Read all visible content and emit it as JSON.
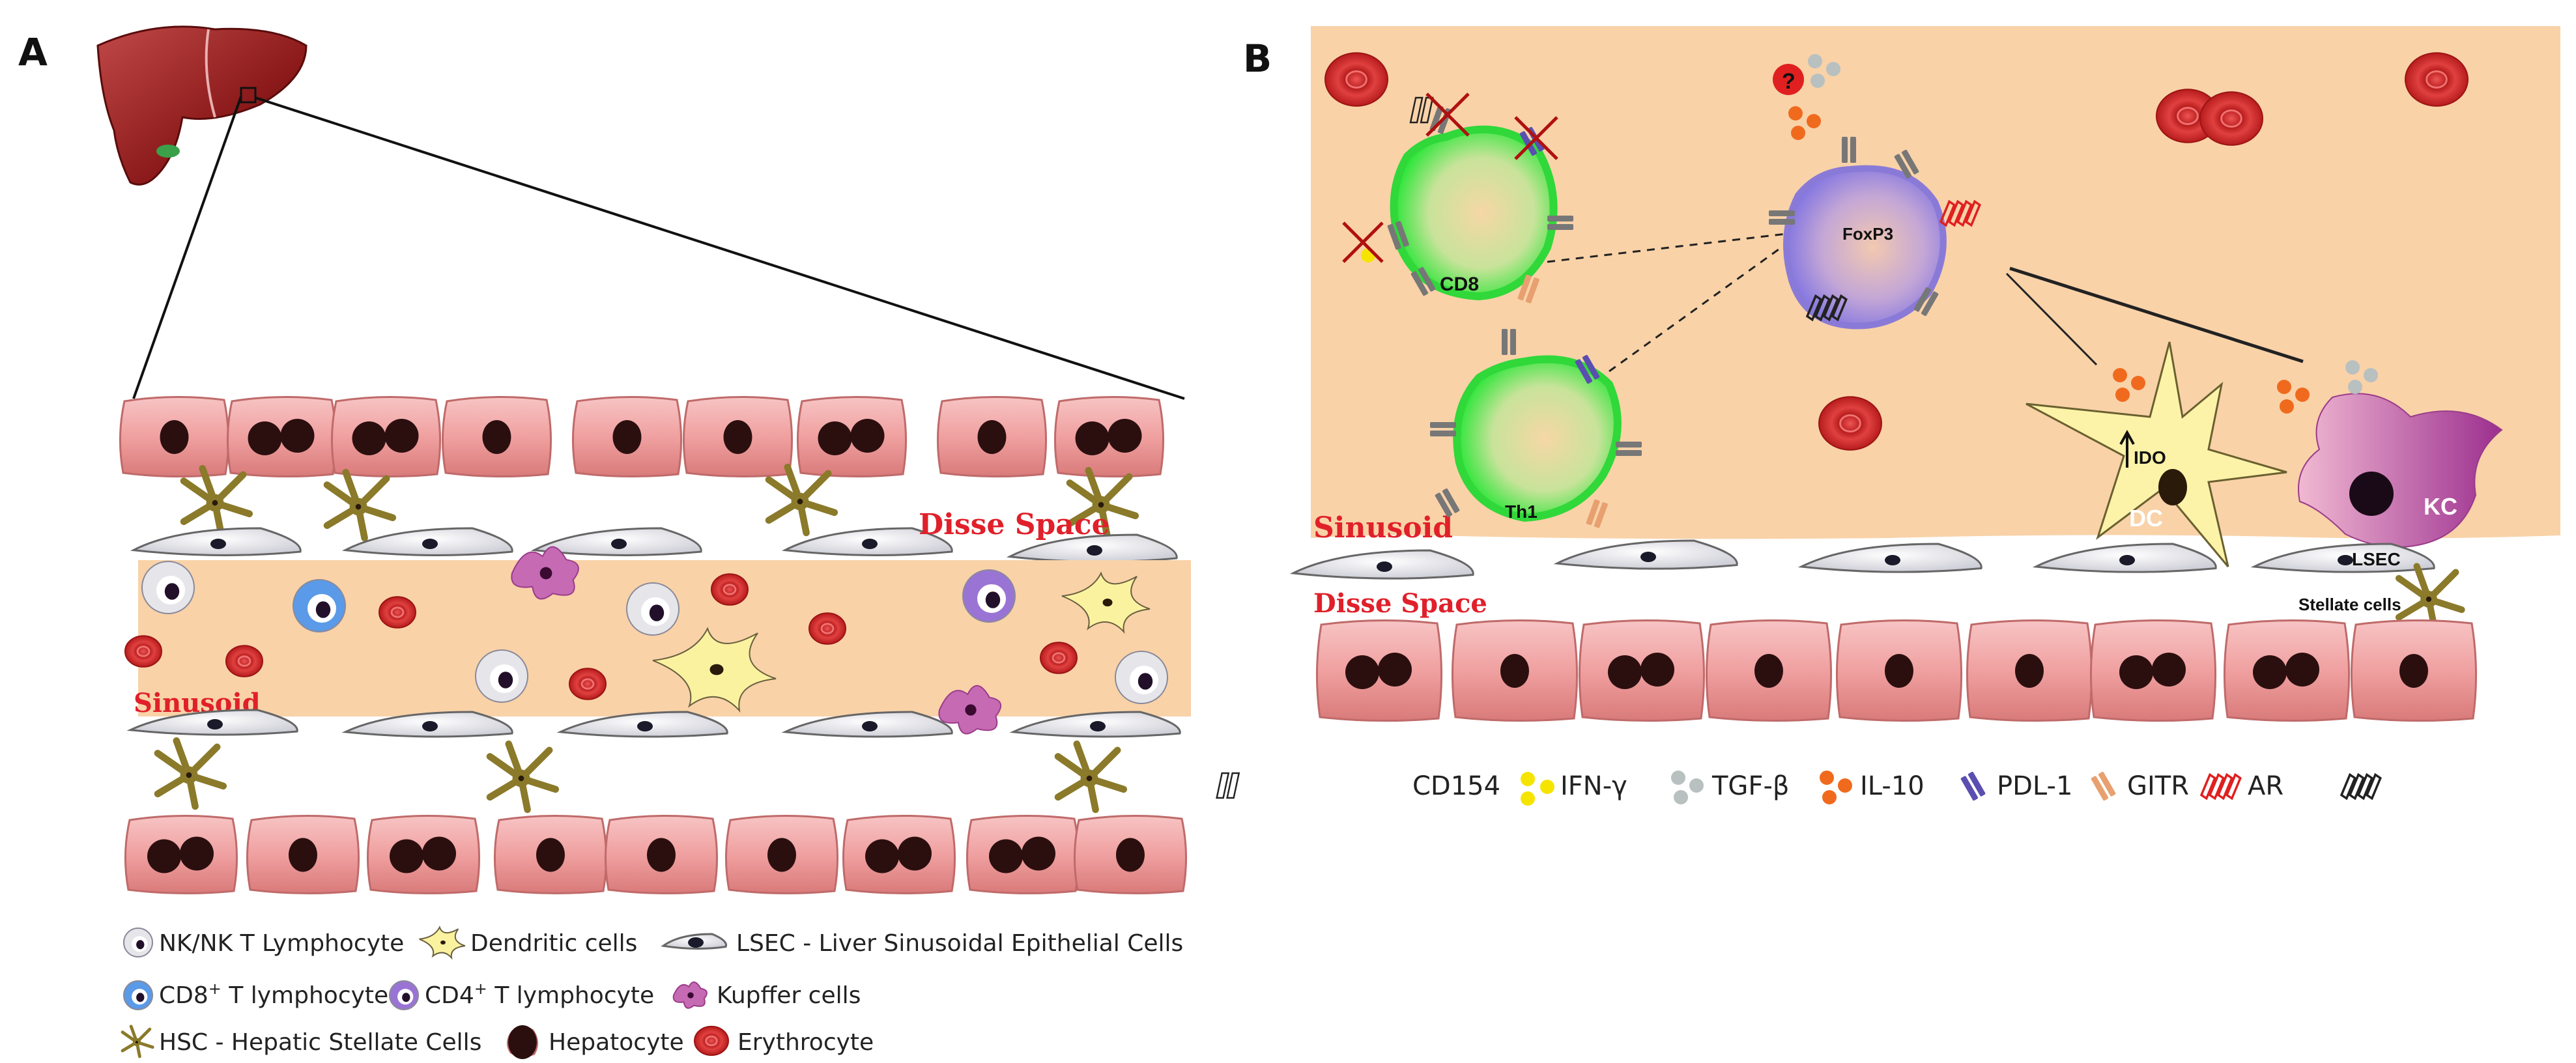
{
  "panel_a": {
    "label": "A",
    "disse_label": "Disse Space",
    "sinusoid_label": "Sinusoid",
    "legend": {
      "nk": "NK/NK T Lymphocyte",
      "dendritic": "Dendritic cells",
      "lsec": "LSEC - Liver Sinusoidal Epithelial Cells",
      "cd8_prefix": "CD8",
      "cd8_sup": "+",
      "cd8_suffix": " T lymphocyte",
      "cd4_prefix": "CD4",
      "cd4_sup": "+",
      "cd4_suffix": " T lymphocyte",
      "kupffer": "Kupffer cells",
      "hsc": "HSC  - Hepatic Stellate Cells",
      "hepatocyte": "Hepatocyte",
      "erythrocyte": "Erythrocyte"
    }
  },
  "panel_b": {
    "label": "B",
    "sinusoid_label": "Sinusoid",
    "disse_label": "Disse Space",
    "cells": {
      "cd8": "CD8",
      "th1": "Th1",
      "treg": "FoxP3",
      "question": "?",
      "ido": "IDO",
      "dc": "DC",
      "kc": "KC",
      "lsec": "LSEC",
      "stellate": "Stellate cells"
    },
    "legend": {
      "cd154": "CD154",
      "ifn": "IFN-γ",
      "tgf": "TGF-β",
      "il10": "IL-10",
      "pdl1": "PDL-1",
      "gitr": "GITR",
      "ar": "AR"
    }
  },
  "colors": {
    "sinusoid_fill": "#f9d2a8",
    "hepatocyte": "#f0a8a8",
    "nucleus": "#2b0f0f",
    "erythrocyte": "#c62828",
    "stellate": "#8a7a2a",
    "il10": "#f06a1e",
    "tgf": "#b8c0c0",
    "ifn": "#f5e400",
    "pdl1": "#5a4fb0",
    "gitr": "#e8a070",
    "ar": "#e02020",
    "cd8_cell": "#3ee64a",
    "treg_cell": "#9a8ad8",
    "kc_cell": "#b04aa0",
    "dc_cell": "#fbf2a0"
  }
}
